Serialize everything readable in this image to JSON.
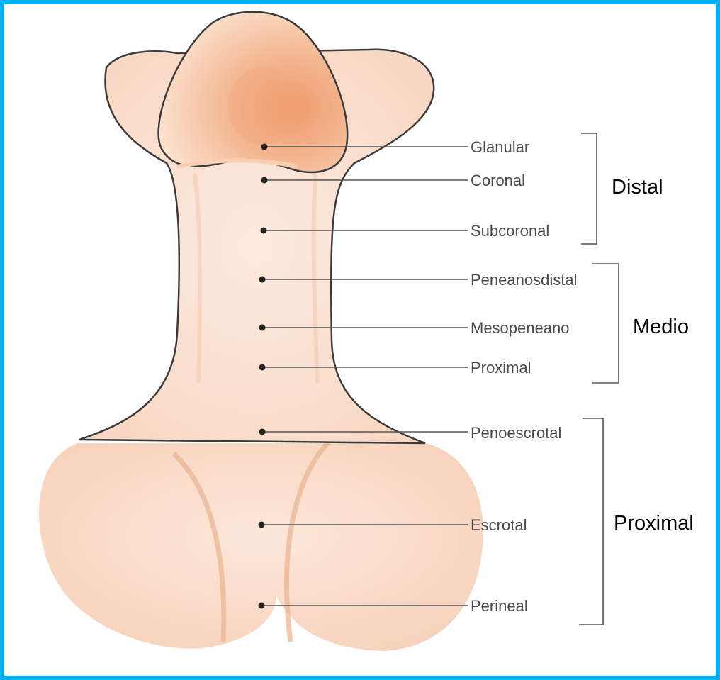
{
  "labels": [
    {
      "id": "glanular",
      "text": "Glanular"
    },
    {
      "id": "coronal",
      "text": "Coronal"
    },
    {
      "id": "subcoronal",
      "text": "Subcoronal"
    },
    {
      "id": "peneanosdistal",
      "text": "Peneanosdistal"
    },
    {
      "id": "mesopeneano",
      "text": "Mesopeneano"
    },
    {
      "id": "proximal",
      "text": "Proximal"
    },
    {
      "id": "penoescrotal",
      "text": "Penoescrotal"
    },
    {
      "id": "escrotal",
      "text": "Escrotal"
    },
    {
      "id": "perineal",
      "text": "Perineal"
    }
  ],
  "groups": [
    {
      "id": "distal",
      "text": "Distal"
    },
    {
      "id": "medio",
      "text": "Medio"
    },
    {
      "id": "proximal",
      "text": "Proximal"
    }
  ],
  "colors": {
    "frame": "#00b0f0",
    "skin": "#fbe1d2",
    "glans": "#f6c9ab",
    "glans_tip": "#ee9a6c",
    "outline": "#3b3b3b",
    "leader": "#555555"
  }
}
